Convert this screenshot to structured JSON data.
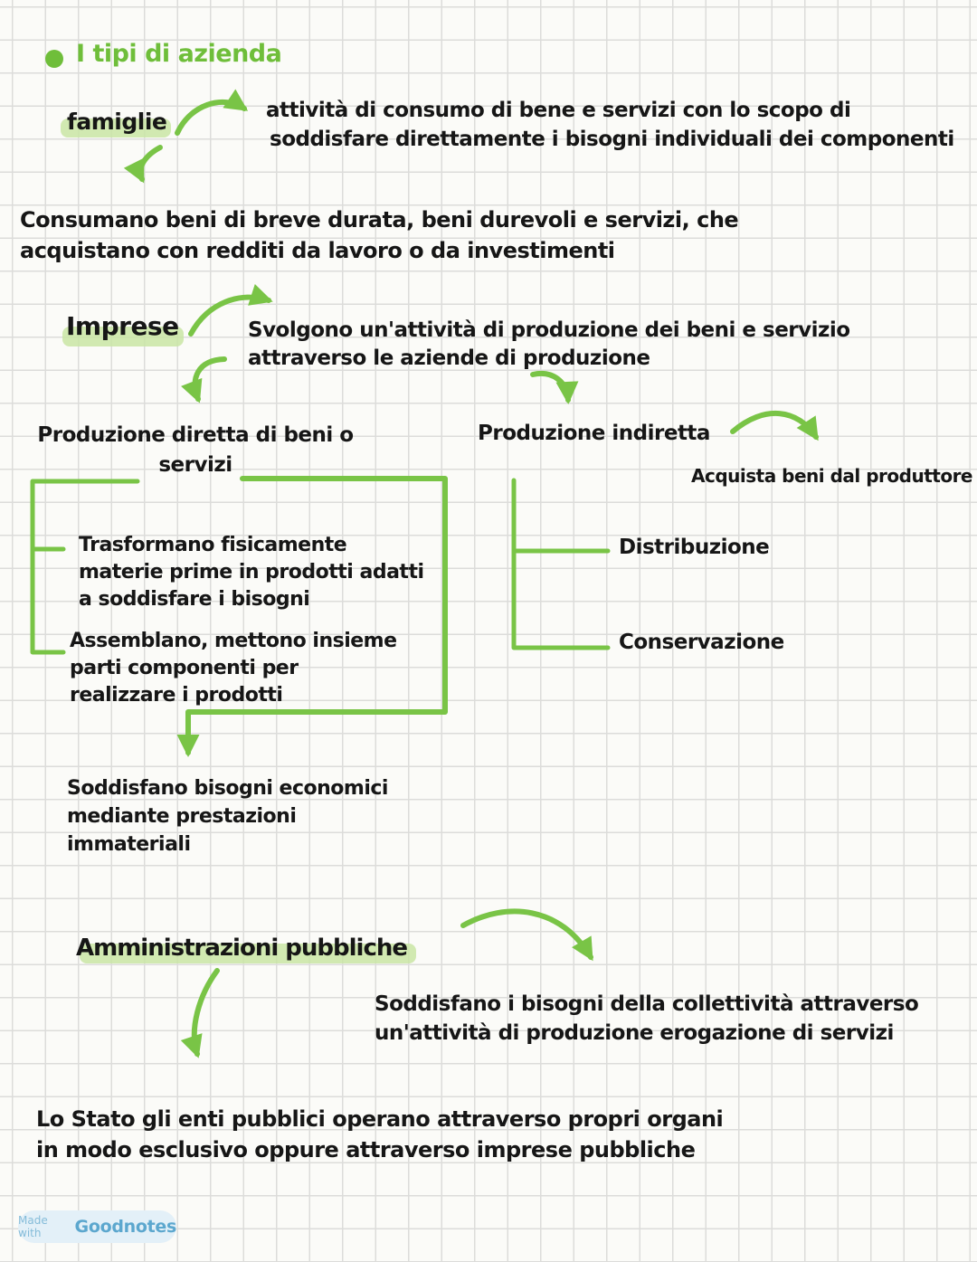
{
  "colors": {
    "green": "#79c446",
    "title_green": "#6fbe3a",
    "highlight": "#c9e5a4",
    "ink": "#161616",
    "watermark_blue": "#5ca7ce",
    "watermark_bg": "#e3f0f8"
  },
  "title": {
    "text": "I tipi di azienda"
  },
  "famiglie": {
    "label": "famiglie",
    "definition_line1": "attività di consumo di bene e servizi con lo scopo di",
    "definition_line2": "soddisfare direttamente i bisogni individuali dei componenti",
    "note_line1": "Consumano beni di breve durata, beni durevoli e servizi, che",
    "note_line2": "acquistano con redditi da lavoro o da investimenti"
  },
  "imprese": {
    "label": "Imprese",
    "definition_line1": "Svolgono un'attività di produzione dei beni e servizio",
    "definition_line2": "attraverso le aziende di produzione",
    "diretta": {
      "title_line1": "Produzione diretta di beni o",
      "title_line2": "servizi",
      "item1_line1": "Trasformano fisicamente",
      "item1_line2": "materie prime in prodotti adatti",
      "item1_line3": "a soddisfare i bisogni",
      "item2_line1": "Assemblano, mettono insieme",
      "item2_line2": "parti componenti per",
      "item2_line3": "realizzare i prodotti",
      "result_line1": "Soddisfano bisogni economici",
      "result_line2": "mediante prestazioni",
      "result_line3": "immateriali"
    },
    "indiretta": {
      "title": "Produzione indiretta",
      "note": "Acquista beni dal produttore",
      "item1": "Distribuzione",
      "item2": "Conservazione"
    }
  },
  "amministrazioni": {
    "label": "Amministrazioni pubbliche",
    "definition_line1": "Soddisfano i bisogni della collettività attraverso",
    "definition_line2": "un'attività di produzione erogazione di servizi",
    "note_line1": "Lo Stato gli enti pubblici operano attraverso propri organi",
    "note_line2": "in modo esclusivo oppure attraverso imprese pubbliche"
  },
  "watermark": {
    "prefix": "Made with",
    "brand": "Goodnotes"
  }
}
